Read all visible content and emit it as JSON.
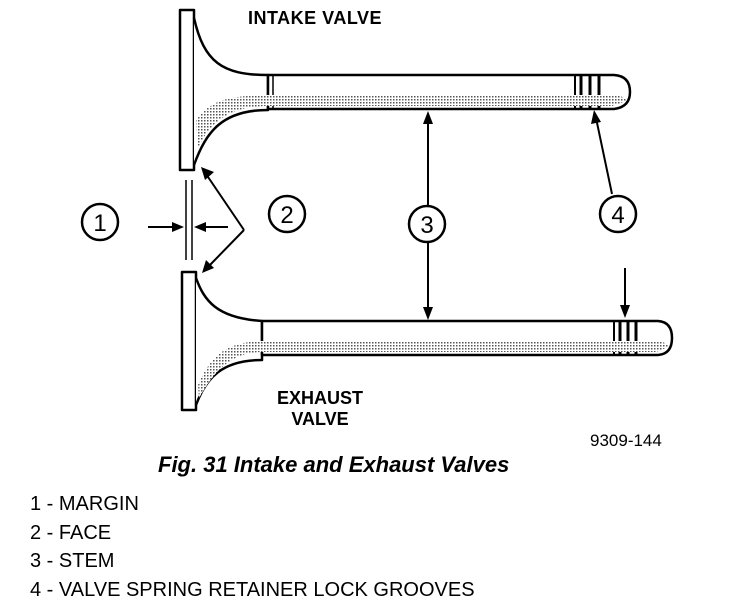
{
  "titles": {
    "intake": "INTAKE VALVE",
    "exhaust_line1": "EXHAUST",
    "exhaust_line2": "VALVE"
  },
  "figure_id": "9309-144",
  "caption": "Fig. 31 Intake and Exhaust Valves",
  "callouts": [
    "1",
    "2",
    "3",
    "4"
  ],
  "legend": [
    "1 - MARGIN",
    "2 - FACE",
    "3 - STEM",
    "4 - VALVE SPRING RETAINER LOCK GROOVES"
  ],
  "colors": {
    "ink": "#000000",
    "shade": "#b8b8b8",
    "paper": "#ffffff"
  }
}
